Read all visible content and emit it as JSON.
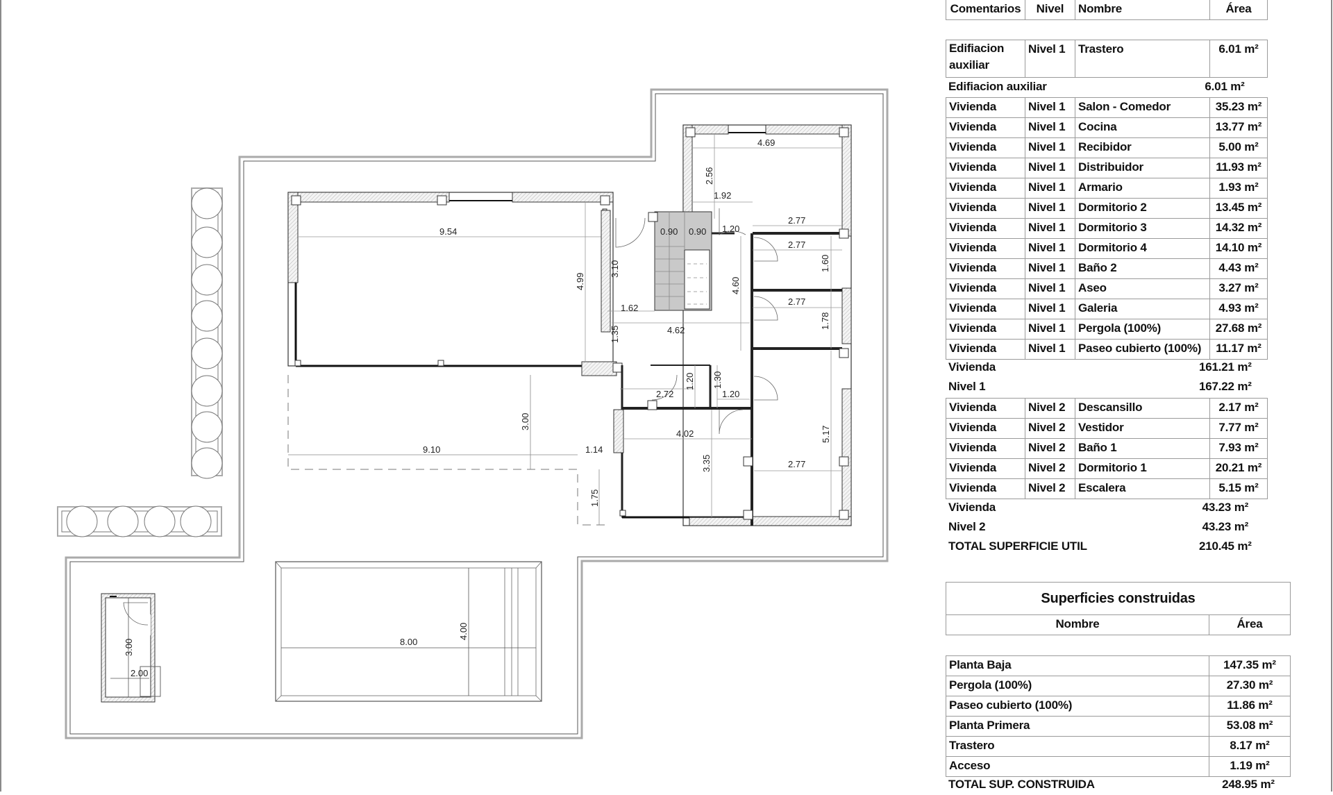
{
  "plan": {
    "dimensions": {
      "salon_width": "9.54",
      "salon_height": "4.99",
      "pergola_width": "9.10",
      "pergola_depth": "3.00",
      "paseo_width": "1.14",
      "paseo_depth": "1.75",
      "recibidor_height": "3.10",
      "recibidor_width": "1.62",
      "hall_height": "1.35",
      "hall_width": "4.62",
      "stair_w1": "0.90",
      "stair_w2": "0.90",
      "door_w_top": "1.20",
      "corridor_height": "4.60",
      "dorm_top_width": "4.69",
      "dorm_top_height": "2.56",
      "dorm_top_notch": "1.92",
      "dorm_top_width2": "2.77",
      "bano_width": "2.77",
      "bano_height": "1.60",
      "aseo_width": "2.77",
      "aseo_height": "1.78",
      "galeria_width": "2.72",
      "galeria_height": "1.20",
      "small_height": "1.30",
      "small_width": "1.20",
      "cocina_width": "4.02",
      "cocina_height": "3.35",
      "dorm_br_width": "2.77",
      "dorm_br_height": "5.17",
      "pool_length": "8.00",
      "pool_width": "4.00",
      "trastero_height": "3.00",
      "trastero_width": "2.00"
    }
  },
  "util_table": {
    "headers": [
      "Comentarios",
      "Nivel",
      "Nombre",
      "Área"
    ],
    "group_aux": {
      "rows": [
        {
          "comentarios": "Edifiacion auxiliar",
          "nivel": "Nivel 1",
          "nombre": "Trastero",
          "area": "6.01 m²"
        }
      ],
      "subtotal_label": "Edifiacion auxiliar",
      "subtotal_area": "6.01 m²"
    },
    "group_nivel1": {
      "rows": [
        {
          "comentarios": "Vivienda",
          "nivel": "Nivel 1",
          "nombre": "Salon - Comedor",
          "area": "35.23 m²"
        },
        {
          "comentarios": "Vivienda",
          "nivel": "Nivel 1",
          "nombre": "Cocina",
          "area": "13.77 m²"
        },
        {
          "comentarios": "Vivienda",
          "nivel": "Nivel 1",
          "nombre": "Recibidor",
          "area": "5.00 m²"
        },
        {
          "comentarios": "Vivienda",
          "nivel": "Nivel 1",
          "nombre": "Distribuidor",
          "area": "11.93 m²"
        },
        {
          "comentarios": "Vivienda",
          "nivel": "Nivel 1",
          "nombre": "Armario",
          "area": "1.93 m²"
        },
        {
          "comentarios": "Vivienda",
          "nivel": "Nivel 1",
          "nombre": "Dormitorio 2",
          "area": "13.45 m²"
        },
        {
          "comentarios": "Vivienda",
          "nivel": "Nivel 1",
          "nombre": "Dormitorio 3",
          "area": "14.32 m²"
        },
        {
          "comentarios": "Vivienda",
          "nivel": "Nivel 1",
          "nombre": "Dormitorio 4",
          "area": "14.10 m²"
        },
        {
          "comentarios": "Vivienda",
          "nivel": "Nivel 1",
          "nombre": "Baño 2",
          "area": "4.43 m²"
        },
        {
          "comentarios": "Vivienda",
          "nivel": "Nivel 1",
          "nombre": "Aseo",
          "area": "3.27 m²"
        },
        {
          "comentarios": "Vivienda",
          "nivel": "Nivel 1",
          "nombre": "Galeria",
          "area": "4.93 m²"
        },
        {
          "comentarios": "Vivienda",
          "nivel": "Nivel 1",
          "nombre": "Pergola (100%)",
          "area": "27.68 m²"
        },
        {
          "comentarios": "Vivienda",
          "nivel": "Nivel 1",
          "nombre": "Paseo cubierto (100%)",
          "area": "11.17 m²"
        }
      ],
      "subtotal_vivienda_label": "Vivienda",
      "subtotal_vivienda_area": "161.21 m²",
      "subtotal_nivel_label": "Nivel 1",
      "subtotal_nivel_area": "167.22 m²"
    },
    "group_nivel2": {
      "rows": [
        {
          "comentarios": "Vivienda",
          "nivel": "Nivel 2",
          "nombre": "Descansillo",
          "area": "2.17 m²"
        },
        {
          "comentarios": "Vivienda",
          "nivel": "Nivel 2",
          "nombre": "Vestidor",
          "area": "7.77 m²"
        },
        {
          "comentarios": "Vivienda",
          "nivel": "Nivel 2",
          "nombre": "Baño 1",
          "area": "7.93 m²"
        },
        {
          "comentarios": "Vivienda",
          "nivel": "Nivel 2",
          "nombre": "Dormitorio 1",
          "area": "20.21 m²"
        },
        {
          "comentarios": "Vivienda",
          "nivel": "Nivel 2",
          "nombre": "Escalera",
          "area": "5.15 m²"
        }
      ],
      "subtotal_vivienda_label": "Vivienda",
      "subtotal_vivienda_area": "43.23 m²",
      "subtotal_nivel_label": "Nivel 2",
      "subtotal_nivel_area": "43.23 m²"
    },
    "total_label": "TOTAL SUPERFICIE UTIL",
    "total_area": "210.45 m²"
  },
  "built_table": {
    "title": "Superficies construidas",
    "headers": [
      "Nombre",
      "Área"
    ],
    "rows": [
      {
        "nombre": "Planta Baja",
        "area": "147.35 m²"
      },
      {
        "nombre": "Pergola (100%)",
        "area": "27.30 m²"
      },
      {
        "nombre": "Paseo cubierto (100%)",
        "area": "11.86 m²"
      },
      {
        "nombre": "Planta Primera",
        "area": "53.08 m²"
      },
      {
        "nombre": "Trastero",
        "area": "8.17 m²"
      },
      {
        "nombre": "Acceso",
        "area": "1.19 m²"
      }
    ],
    "total_label": "TOTAL SUP. CONSTRUIDA",
    "total_area": "248.95 m²"
  }
}
